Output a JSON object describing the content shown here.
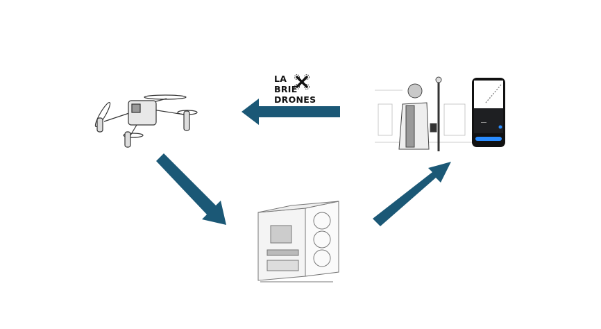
{
  "logo": {
    "lines": [
      "LA",
      "BRIE",
      "DRONES"
    ],
    "icon": "drone-icon"
  },
  "nodes": [
    {
      "name": "drone",
      "icon": "drone-illustration"
    },
    {
      "name": "computer",
      "icon": "pc-tower-illustration"
    },
    {
      "name": "surveyor",
      "icon": "surveyor-with-gnss-rover-illustration"
    },
    {
      "name": "phone",
      "icon": "smartphone-app-illustration"
    }
  ],
  "colors": {
    "arrow": "#1b5876",
    "line": "#555555"
  }
}
